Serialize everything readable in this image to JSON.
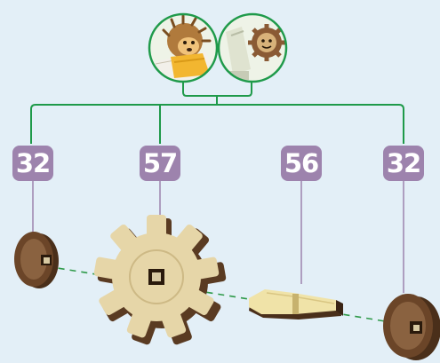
{
  "colors": {
    "background": "#e3eff7",
    "connector_green": "#1f9a4a",
    "badge_purple": "#9d83ad",
    "badge_text": "#ffffff",
    "axis_dash": "#2f9a4a",
    "wood_light": "#eadfb8",
    "wood_dark": "#5a3b22"
  },
  "diagram": {
    "top_images": [
      {
        "icon": "hedgehog-illustration-icon"
      },
      {
        "icon": "gear-toothpaste-illustration-icon"
      }
    ],
    "parts": [
      {
        "count": "32",
        "icon": "spacer-wheel-icon"
      },
      {
        "count": "57",
        "icon": "gear-icon"
      },
      {
        "count": "56",
        "icon": "axle-connector-icon"
      },
      {
        "count": "32",
        "icon": "spacer-wheel-icon"
      }
    ]
  }
}
